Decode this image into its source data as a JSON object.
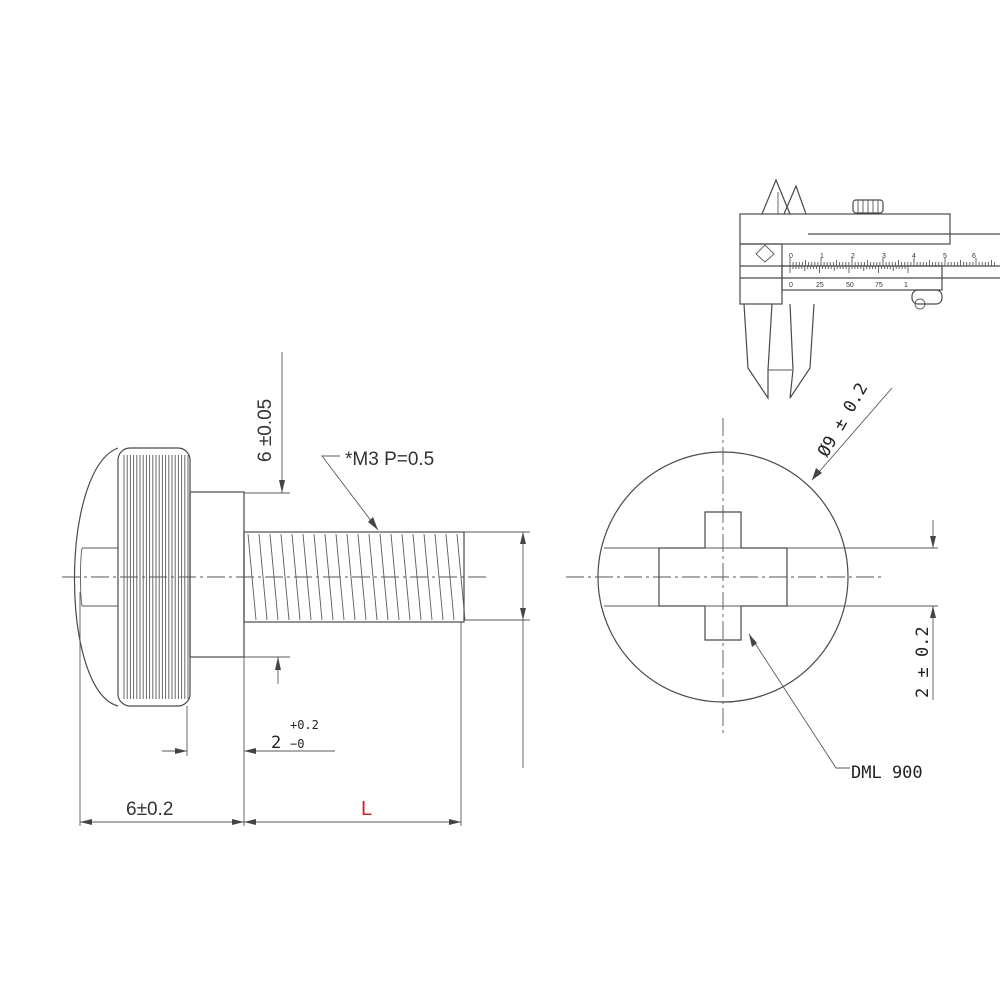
{
  "side_view": {
    "head_height_label": "6 ±0.05",
    "thread_label": "*M3 P=0.5",
    "shoulder_label_main": "2",
    "shoulder_tol_plus": "+0.2",
    "shoulder_tol_minus": "−0",
    "head_width_label": "6±0.2",
    "length_label": "L"
  },
  "top_view": {
    "diameter_label": "Ø9 ± 0.2",
    "slot_width_label": "2 ± 0.2",
    "drive_label": "DML 900"
  },
  "caliper": {
    "main_scale_numbers": [
      "0",
      "1",
      "2",
      "3",
      "4",
      "5",
      "6"
    ],
    "vernier_numbers": [
      "0",
      "25",
      "50",
      "75",
      "1"
    ]
  },
  "colors": {
    "line": "#4a4a4a",
    "length_label": "#d42020"
  }
}
